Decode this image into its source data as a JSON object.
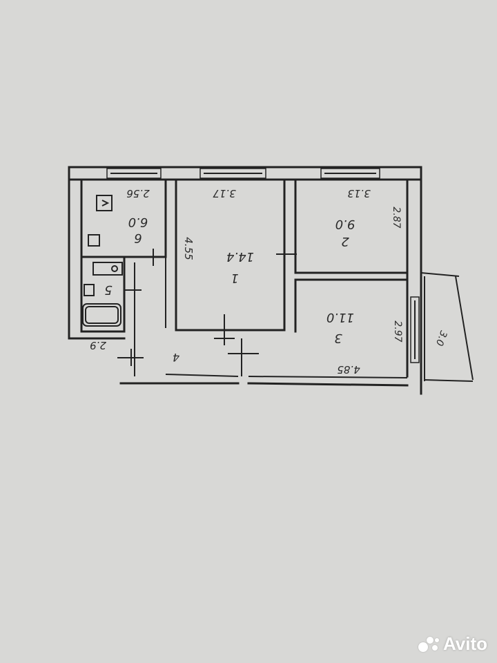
{
  "plan": {
    "rooms": [
      {
        "id": "room-1",
        "number": "1",
        "area": "14.4",
        "label_rotation": 180
      },
      {
        "id": "room-2",
        "number": "2",
        "area": "9.0",
        "label_rotation": 180
      },
      {
        "id": "room-3",
        "number": "3",
        "area": "11.0",
        "label_rotation": 180
      },
      {
        "id": "room-5",
        "number": "5",
        "area": "",
        "label_rotation": 180
      },
      {
        "id": "room-6",
        "number": "6",
        "area": "6.0",
        "label_rotation": 180
      }
    ],
    "dimensions": {
      "kitchen_width": "2.56",
      "room1_width": "3.17",
      "room2_width": "3.13",
      "room1_depth": "4.55",
      "room2_depth": "2.87",
      "room3_depth": "2.97",
      "room3_width": "4.85",
      "hall_width": "2.9",
      "hall_label": "4",
      "balcony": "3.0"
    }
  },
  "watermark": {
    "text": "Avito",
    "icon": "avito-dots-icon"
  }
}
